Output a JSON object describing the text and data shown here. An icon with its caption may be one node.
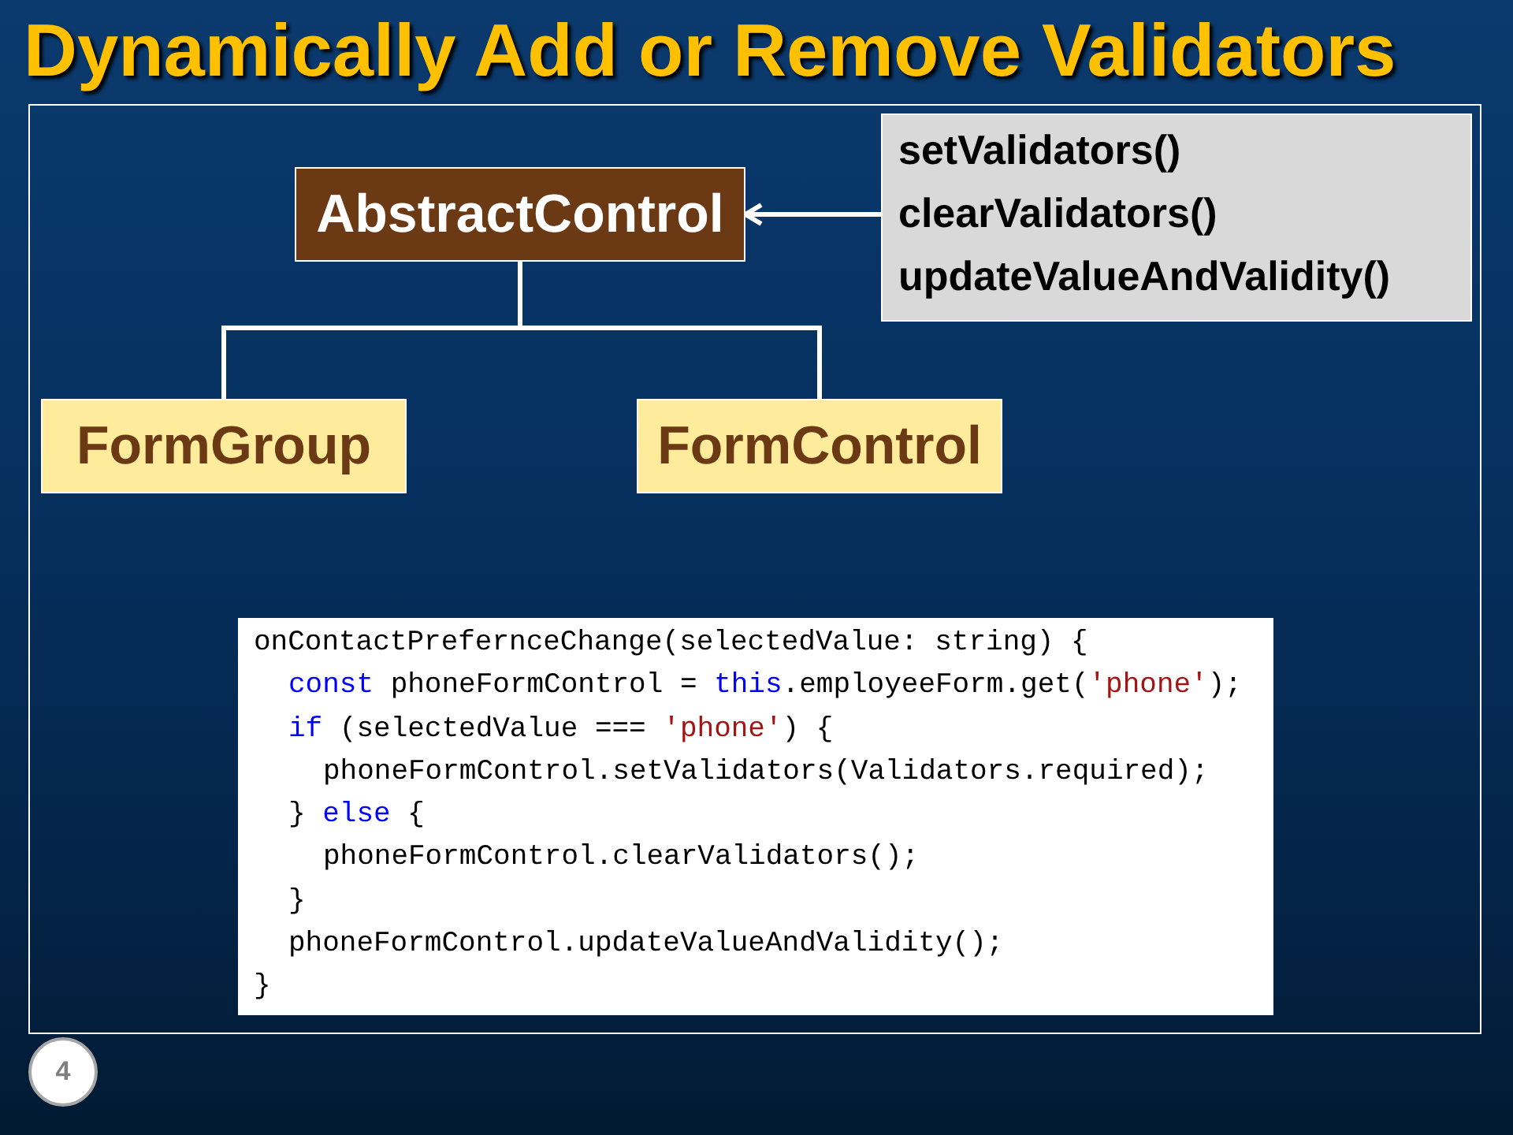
{
  "diagram": {
    "title": "Dynamically Add or Remove Validators",
    "nodes": [
      {
        "text": [
          "AbstractControl"
        ]
      },
      {
        "text": [
          "setValidators()",
          "clearValidators()",
          "updateValueAndValidity()"
        ]
      },
      {
        "text": [
          "FormGroup"
        ]
      },
      {
        "text": [
          "FormControl"
        ]
      },
      {
        "text": [
          "onContactPrefernceChange(selectedValue: string) {",
          "const phoneFormControl = this.employeeForm.get('phone');",
          "if (selectedValue === 'phone') {",
          "phoneFormControl.setValidators(Validators.required);",
          "} else {",
          "phoneFormControl.clearValidators();",
          "}",
          "phoneFormControl.updateValueAndValidity();",
          "}"
        ]
      },
      {
        "text": [
          "4"
        ]
      }
    ],
    "edges": [
      {
        "from": 1,
        "to": 0,
        "arrow": "to"
      },
      {
        "from": 0,
        "to": 2,
        "arrow": "none"
      },
      {
        "from": 0,
        "to": 3,
        "arrow": "none"
      }
    ]
  }
}
